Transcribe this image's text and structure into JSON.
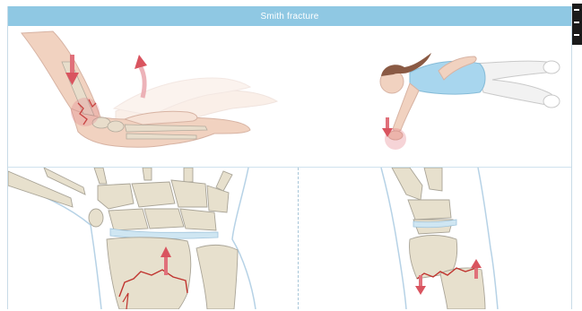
{
  "figure": {
    "title": "Smith fracture"
  },
  "colors": {
    "header": "#8fc8e3",
    "skin": "#f1d2c0",
    "bone": "#e7e0cd",
    "bone_outline": "#a9a497",
    "fracture": "#c0332e",
    "arrow": "#e0707a",
    "outline_blue": "#b6d2e6",
    "cartilage": "#cfe6f2"
  },
  "panels": [
    {
      "name": "hand-mechanism",
      "icon": "wrist-flexion-illustration"
    },
    {
      "name": "fall-mechanism",
      "icon": "falling-person-illustration"
    },
    {
      "name": "ap-wrist-view",
      "icon": "wrist-bones-frontal-illustration"
    },
    {
      "name": "lateral-wrist-view",
      "icon": "wrist-bones-lateral-illustration"
    }
  ]
}
